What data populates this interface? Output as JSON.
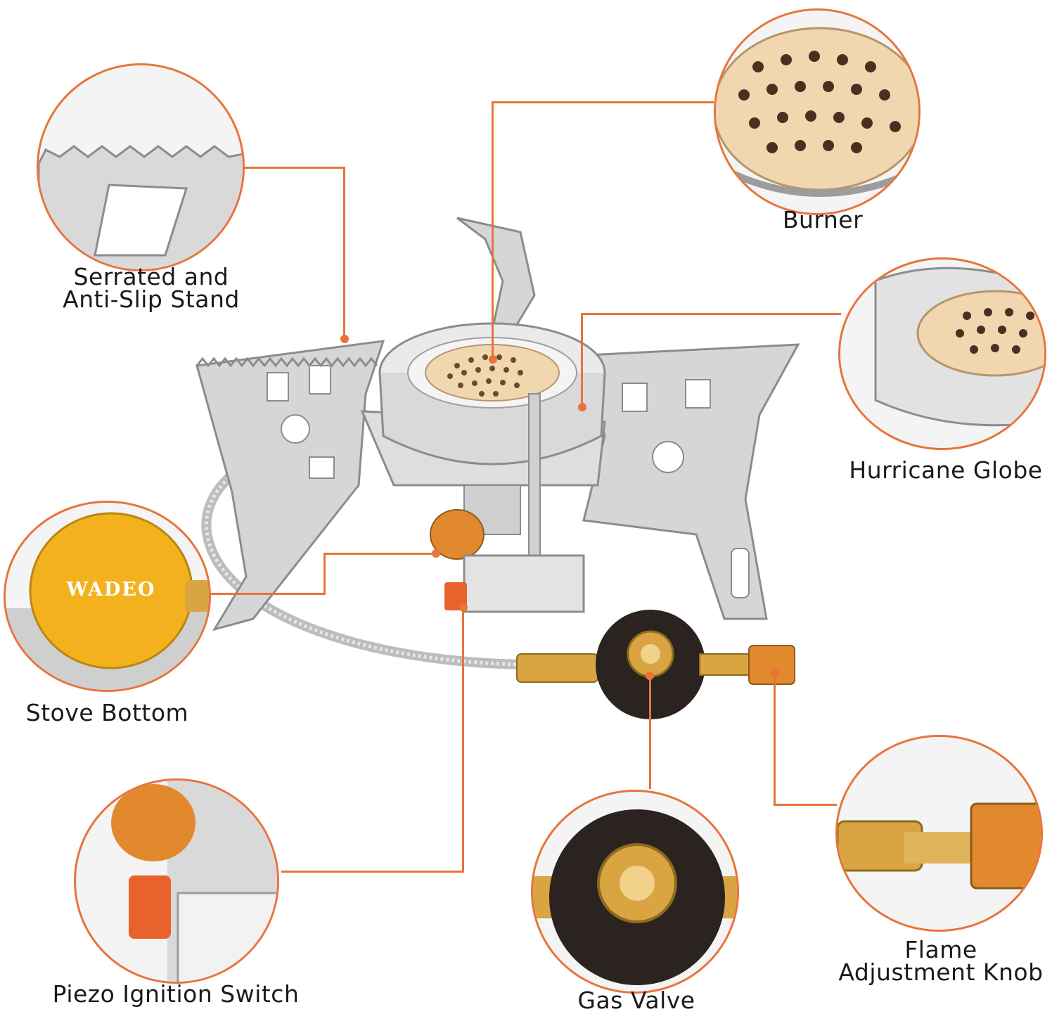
{
  "labels": {
    "stand": [
      "Serrated and",
      "Anti-Slip Stand"
    ],
    "burner": "Burner",
    "globe": "Hurricane Globe",
    "bottom": "Stove Bottom",
    "piezo": "Piezo Ignition Switch",
    "valve": "Gas Valve",
    "knob": [
      "Flame",
      "Adjustment Knob"
    ]
  },
  "brand": "WADEO",
  "colors": {
    "accent": "#e8743b",
    "steel": "#c9c9c9",
    "brass": "#d9a441",
    "burner_plate": "#f0d7b0",
    "knob_orange": "#e2892e",
    "valve_dark": "#2a2320"
  }
}
